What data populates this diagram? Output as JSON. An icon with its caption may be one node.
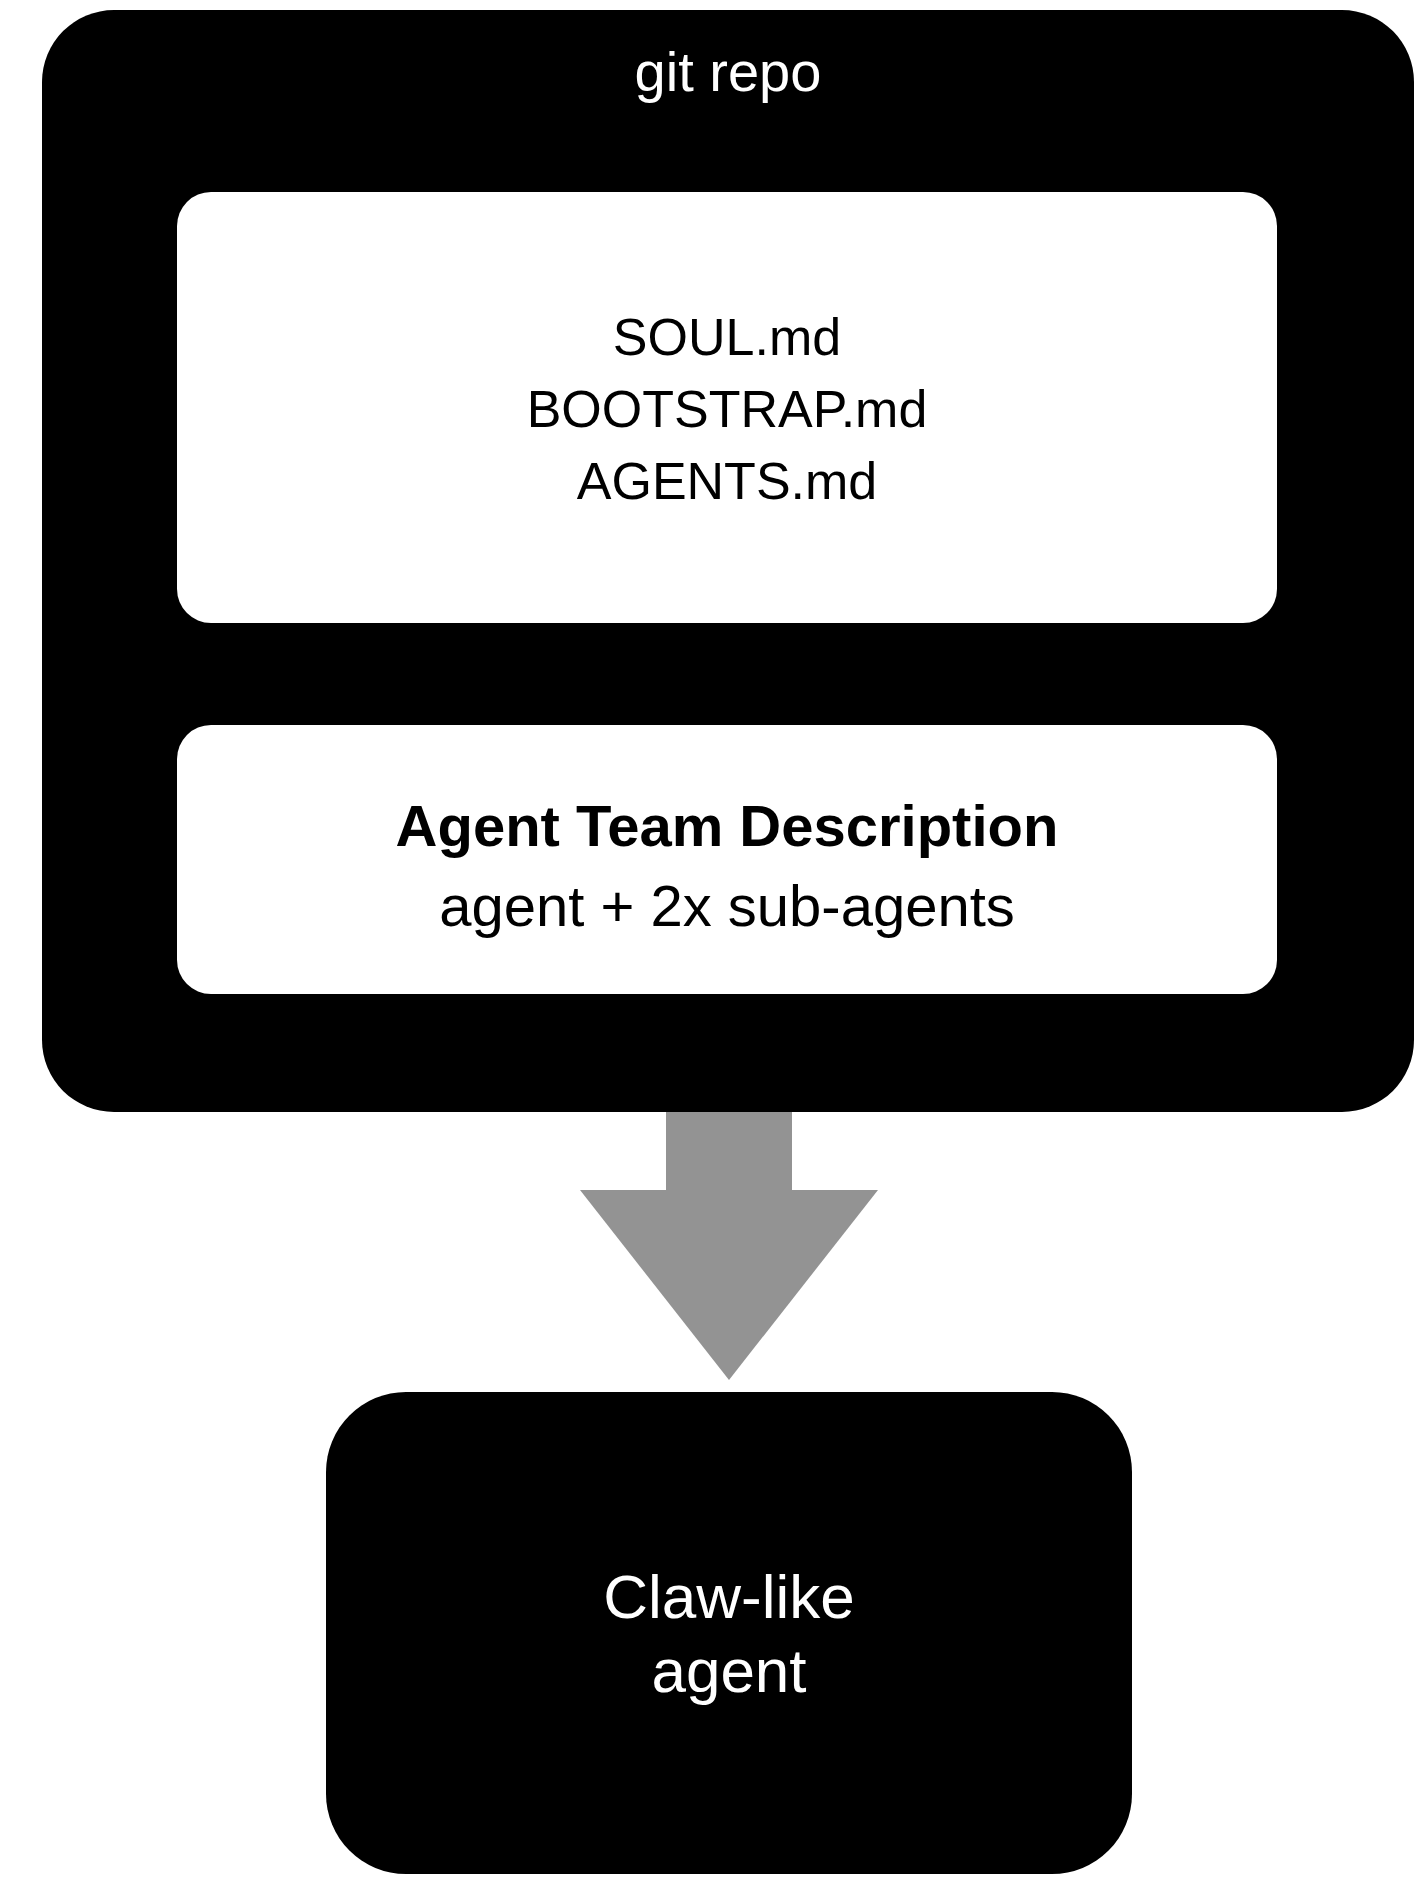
{
  "diagram": {
    "nodes": [
      {
        "text": [
          "git repo"
        ]
      },
      {
        "text": [
          "SOUL.md",
          "BOOTSTRAP.md",
          "AGENTS.md"
        ],
        "in": 0
      },
      {
        "text": [
          "Agent Team Description",
          "agent + 2x sub-agents"
        ],
        "in": 0
      },
      {
        "text": [
          "Claw-like agent"
        ]
      }
    ],
    "edges": [
      {
        "from": 0,
        "to": 3,
        "arrow": "to",
        "color": "#939393"
      }
    ]
  }
}
